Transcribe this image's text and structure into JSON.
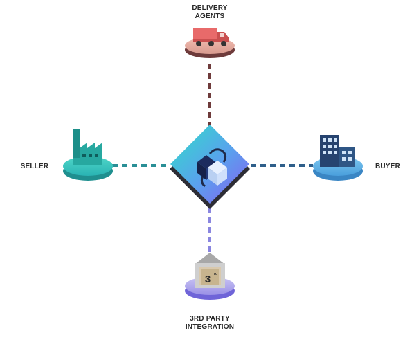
{
  "nodes": {
    "delivery_agents": {
      "label_line1": "DELIVERY",
      "label_line2": "AGENTS",
      "icon": "delivery-truck-icon",
      "color": "#6e3b3b"
    },
    "seller": {
      "label": "SELLER",
      "icon": "factory-icon",
      "color": "#2a8f96"
    },
    "buyer": {
      "label": "BUYER",
      "icon": "office-building-icon",
      "color": "#2f5f8a"
    },
    "third_party": {
      "label_line1": "3RD PARTY",
      "label_line2": "INTEGRATION",
      "icon": "warehouse-icon",
      "badge_text": "3",
      "badge_superscript": "rd",
      "color": "#8a86e0"
    }
  },
  "hub": {
    "icon": "blockchain-chain-cube-icon",
    "gradient_start": "#2fd6c6",
    "gradient_end": "#8a6cf0"
  }
}
